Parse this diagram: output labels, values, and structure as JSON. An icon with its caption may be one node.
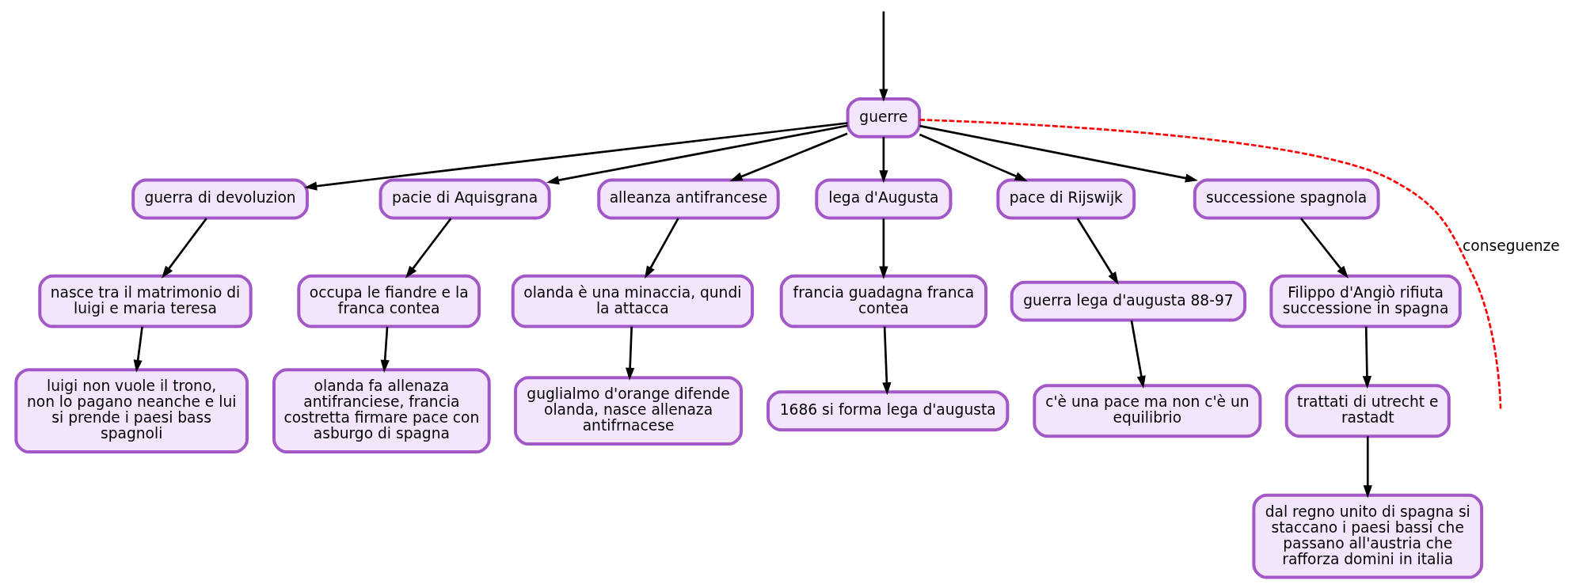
{
  "diagram": {
    "nodes": [
      {
        "text": [
          "guerre"
        ]
      },
      {
        "text": [
          "guerra di devoluzion"
        ]
      },
      {
        "text": [
          "pacie di Aquisgrana"
        ]
      },
      {
        "text": [
          "alleanza antifrancese"
        ]
      },
      {
        "text": [
          "lega d'Augusta"
        ]
      },
      {
        "text": [
          "pace di Rijswijk"
        ]
      },
      {
        "text": [
          "successione spagnola"
        ]
      },
      {
        "text": [
          "nasce tra il matrimonio di luigi e maria teresa"
        ]
      },
      {
        "text": [
          "occupa le fiandre e la franca contea"
        ]
      },
      {
        "text": [
          "olanda è una minaccia, qundi la attacca"
        ]
      },
      {
        "text": [
          "francia guadagna franca contea"
        ]
      },
      {
        "text": [
          "guerra lega d'augusta 88-97"
        ]
      },
      {
        "text": [
          "Filippo d'Angiò rifiuta successione in spagna"
        ]
      },
      {
        "text": [
          "luigi non vuole il trono, non lo pagano neanche e lui si prende i paesi bass spagnoli"
        ]
      },
      {
        "text": [
          "olanda fa allenaza antifranciese, francia costretta firmare pace con asburgo di spagna"
        ]
      },
      {
        "text": [
          "guglialmo d'orange difende olanda, nasce allenaza antifrnacese"
        ]
      },
      {
        "text": [
          "1686 si forma lega d'augusta"
        ]
      },
      {
        "text": [
          "c'è una pace ma non c'è un equilibrio"
        ]
      },
      {
        "text": [
          "trattati di utrecht e rastadt"
        ]
      },
      {
        "text": [
          "dal regno unito di spagna si staccano i paesi bassi che passano all'austria che rafforza domini in italia"
        ]
      }
    ],
    "edges": [
      {
        "from": 0,
        "to": null,
        "arrow": "none",
        "label": "conseguenze",
        "style": "dashed",
        "color": "#ff0000"
      },
      {
        "from": 0,
        "to": 1,
        "arrow": "to"
      },
      {
        "from": 0,
        "to": 2,
        "arrow": "to"
      },
      {
        "from": 0,
        "to": 3,
        "arrow": "to"
      },
      {
        "from": 0,
        "to": 4,
        "arrow": "to"
      },
      {
        "from": 0,
        "to": 5,
        "arrow": "to"
      },
      {
        "from": 0,
        "to": 6,
        "arrow": "to"
      },
      {
        "from": 1,
        "to": 7,
        "arrow": "to"
      },
      {
        "from": 2,
        "to": 8,
        "arrow": "to"
      },
      {
        "from": 3,
        "to": 9,
        "arrow": "to"
      },
      {
        "from": 4,
        "to": 10,
        "arrow": "to"
      },
      {
        "from": 5,
        "to": 11,
        "arrow": "to"
      },
      {
        "from": 6,
        "to": 12,
        "arrow": "to"
      },
      {
        "from": 7,
        "to": 13,
        "arrow": "to"
      },
      {
        "from": 8,
        "to": 14,
        "arrow": "to"
      },
      {
        "from": 9,
        "to": 15,
        "arrow": "to"
      },
      {
        "from": 10,
        "to": 16,
        "arrow": "to"
      },
      {
        "from": 11,
        "to": 17,
        "arrow": "to"
      },
      {
        "from": 12,
        "to": 18,
        "arrow": "to"
      },
      {
        "from": 18,
        "to": 19,
        "arrow": "to"
      },
      {
        "from": null,
        "to": 0,
        "arrow": "to"
      }
    ]
  }
}
